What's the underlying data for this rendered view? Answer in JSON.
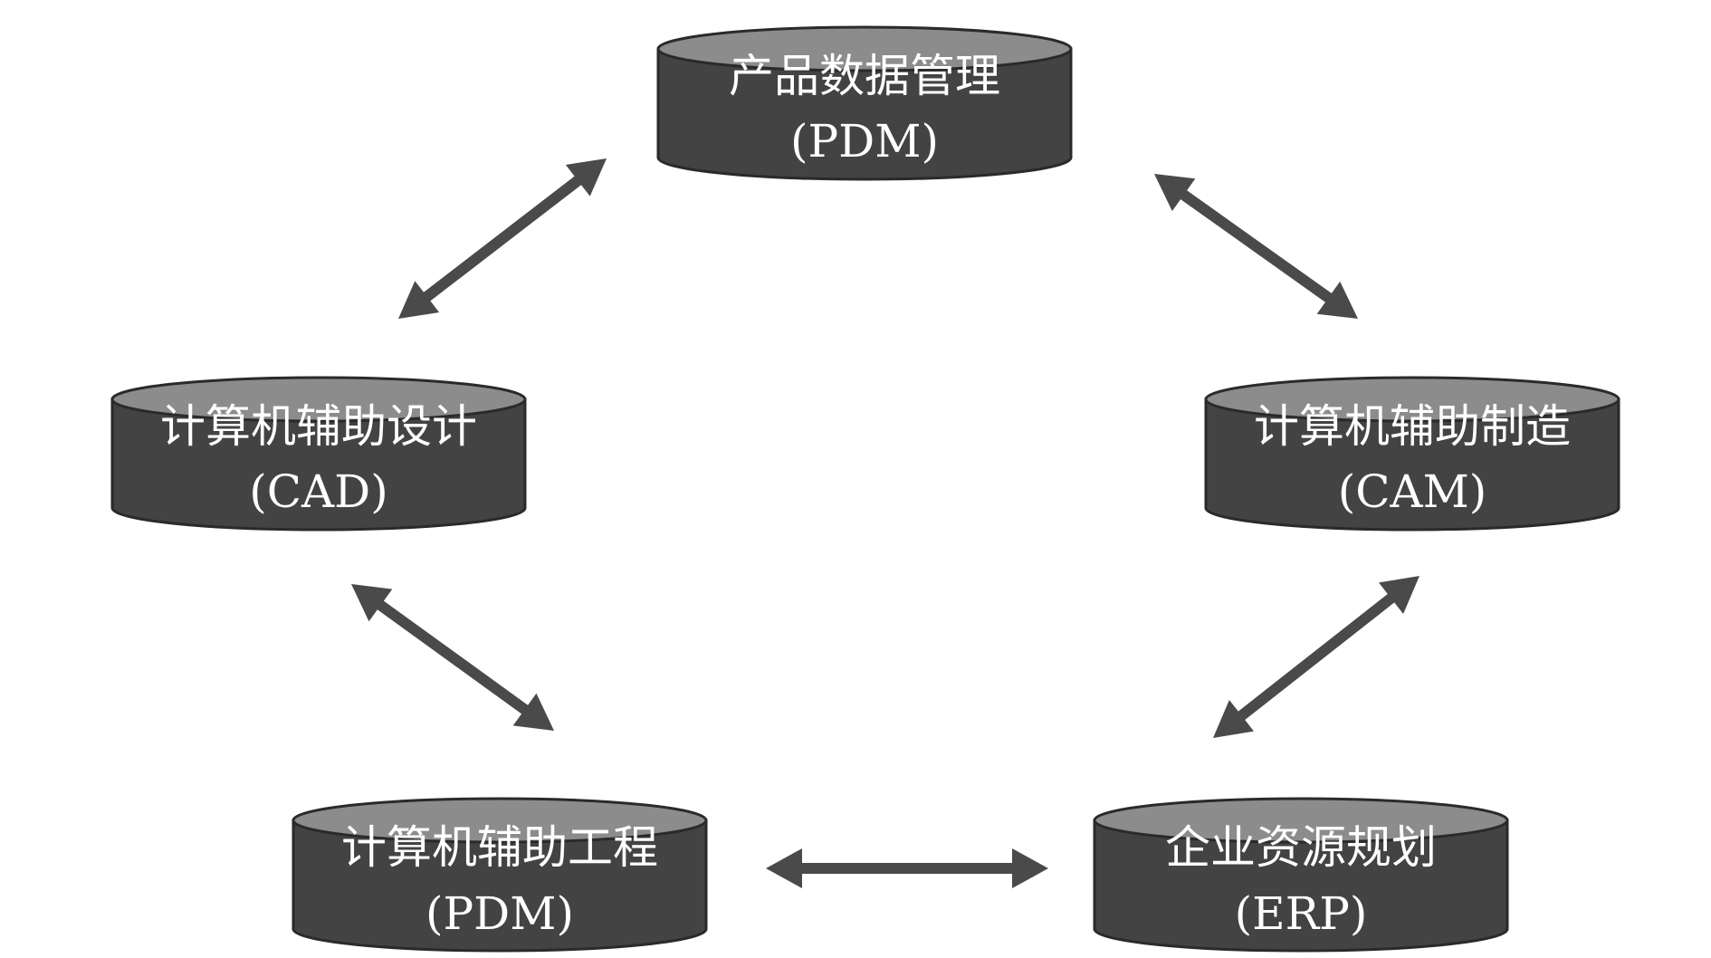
{
  "colors": {
    "cylinder_body": "#434343",
    "cylinder_top": "#8c8c8c",
    "arrow": "#4a4a4a",
    "text": "#ffffff",
    "background": "#ffffff"
  },
  "nodes": [
    {
      "id": "pdm-top",
      "line1": "产品数据管理",
      "line2": "(PDM)"
    },
    {
      "id": "cad",
      "line1": "计算机辅助设计",
      "line2": "(CAD)"
    },
    {
      "id": "cam",
      "line1": "计算机辅助制造",
      "line2": "(CAM)"
    },
    {
      "id": "cae",
      "line1": "计算机辅助工程",
      "line2": "(PDM)"
    },
    {
      "id": "erp",
      "line1": "企业资源规划",
      "line2": "(ERP)"
    }
  ],
  "connections": [
    {
      "from": "cad",
      "to": "pdm-top",
      "type": "bidirectional"
    },
    {
      "from": "pdm-top",
      "to": "cam",
      "type": "bidirectional"
    },
    {
      "from": "cad",
      "to": "cae",
      "type": "bidirectional"
    },
    {
      "from": "cam",
      "to": "erp",
      "type": "bidirectional"
    },
    {
      "from": "cae",
      "to": "erp",
      "type": "bidirectional"
    }
  ]
}
